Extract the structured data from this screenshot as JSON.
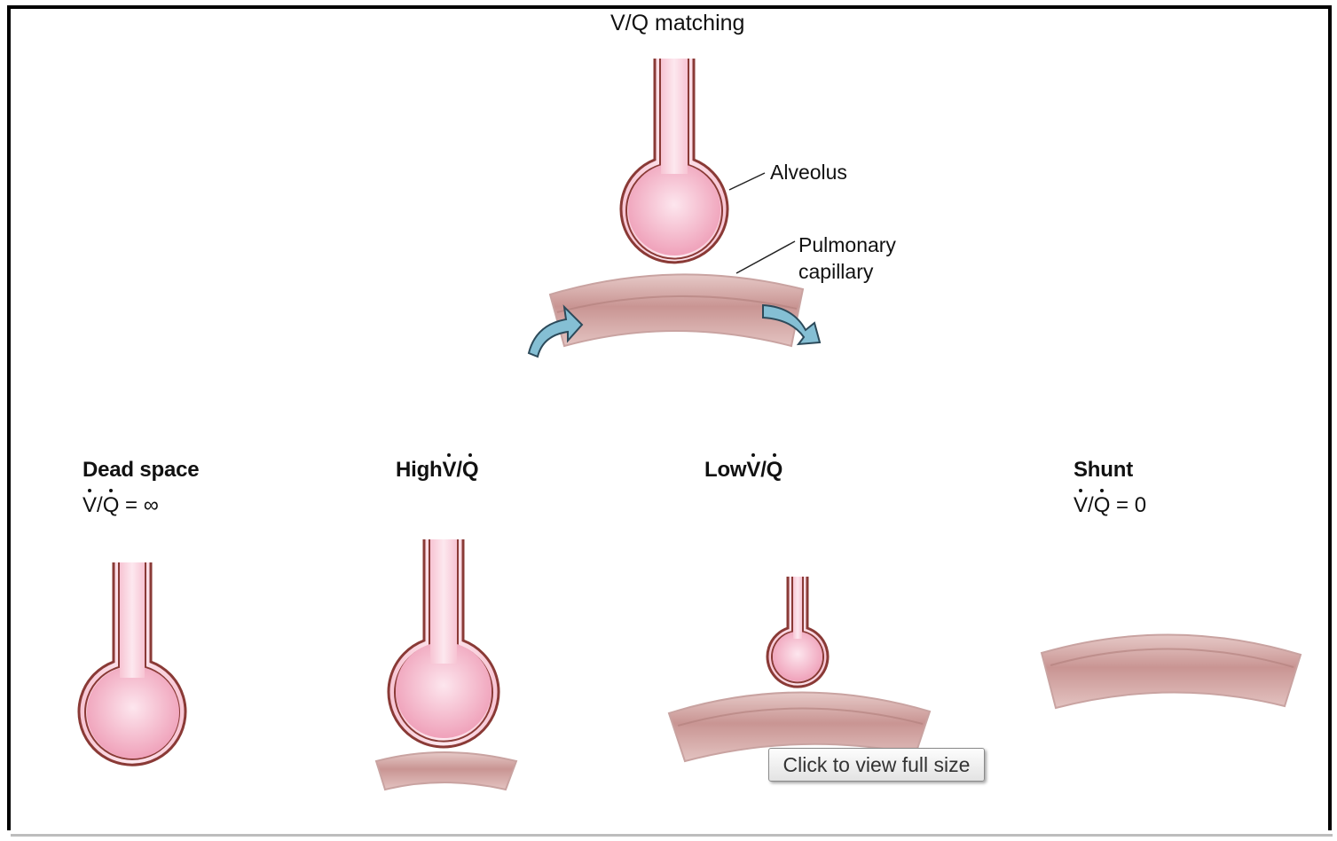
{
  "title": "V/Q matching",
  "labels": {
    "alveolus": "Alveolus",
    "pulmonary_line1": "Pulmonary",
    "pulmonary_line2": "capillary"
  },
  "cases": [
    {
      "name": "Dead space",
      "ratio_value": "= ∞"
    },
    {
      "name_prefix": "High"
    },
    {
      "name_prefix": "Low"
    },
    {
      "name": "Shunt",
      "ratio_value": "= 0"
    }
  ],
  "button": {
    "label": "Click to view full size"
  },
  "colors": {
    "alveolus_outline": "#8a3a36",
    "alveolus_fill_center": "#fde6ee",
    "alveolus_fill_edge": "#ee9bb5",
    "capillary_light": "#e4c6c4",
    "capillary_dark": "#c99a98",
    "arrow": "#7fb9cf"
  }
}
